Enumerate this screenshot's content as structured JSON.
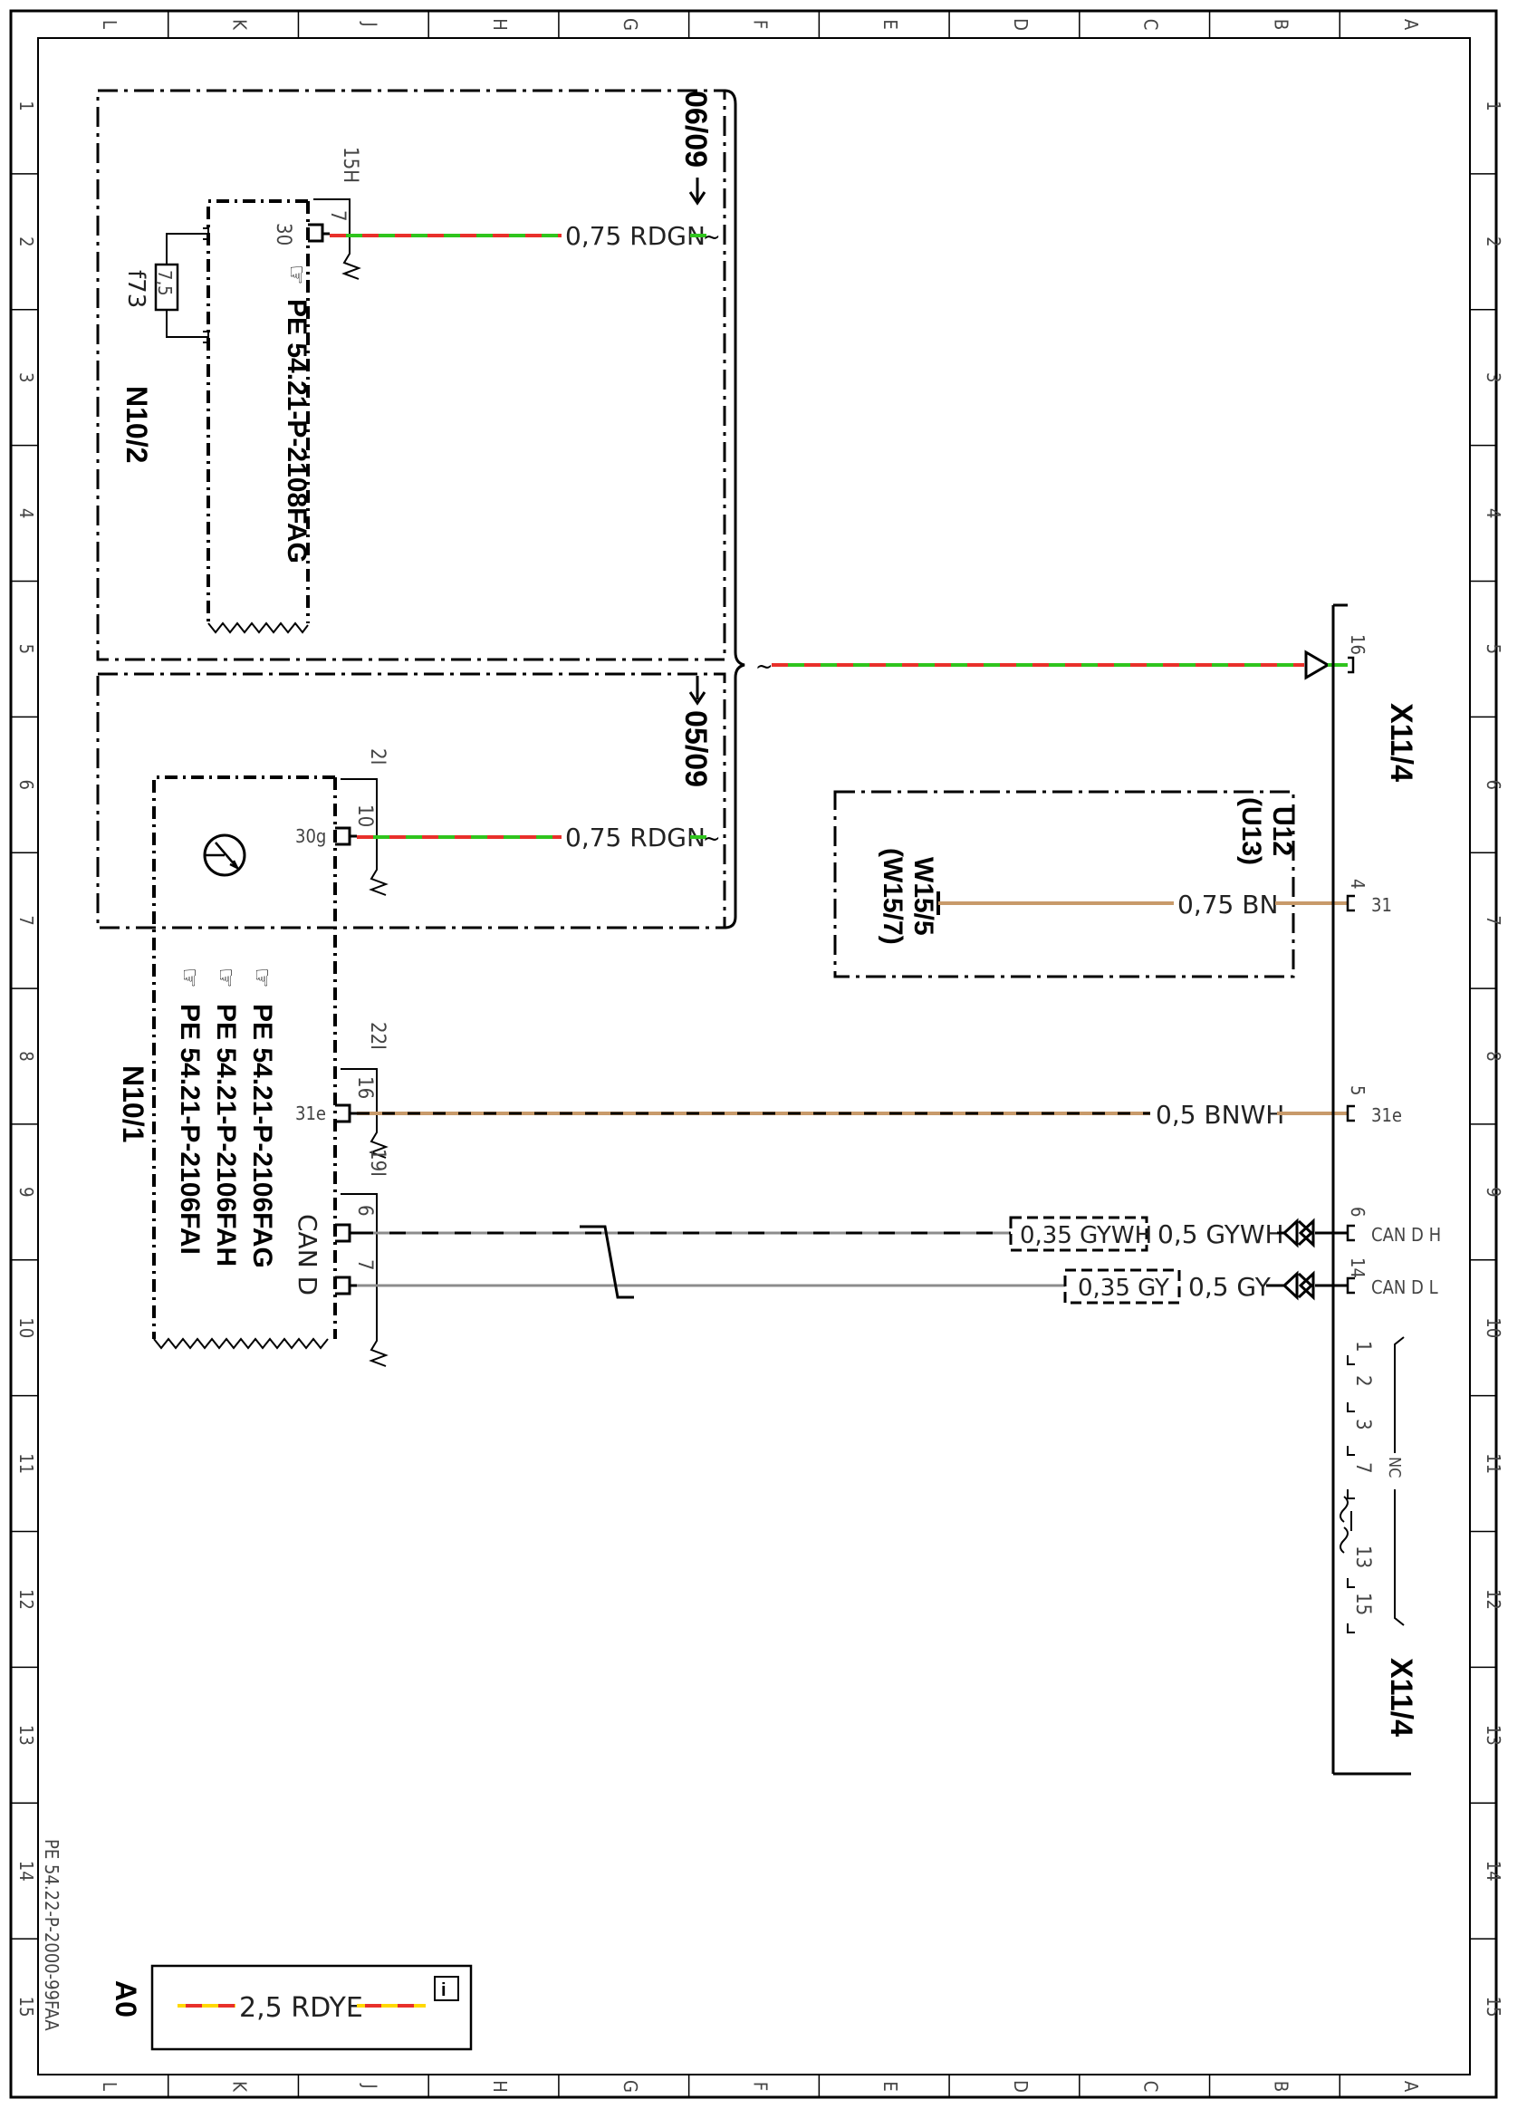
{
  "border": {
    "columns_top": [
      "L",
      "K",
      "J",
      "H",
      "G",
      "F",
      "E",
      "D",
      "C",
      "B",
      "A"
    ],
    "columns_bottom": [
      "L",
      "K",
      "J",
      "H",
      "G",
      "F",
      "E",
      "D",
      "C",
      "B",
      "A"
    ],
    "rows_left": [
      "1",
      "2",
      "3",
      "4",
      "5",
      "6",
      "7",
      "8",
      "9",
      "10",
      "11",
      "12",
      "13",
      "14",
      "15"
    ],
    "rows_right": [
      "1",
      "2",
      "3",
      "4",
      "5",
      "6",
      "7",
      "8",
      "9",
      "10",
      "11",
      "12",
      "13",
      "14",
      "15"
    ]
  },
  "sheet_id": "PE 54.22-P-2000-99FAA",
  "legend": {
    "sheet_letter": "A0",
    "wire": "2,5 RDYE"
  },
  "refs": {
    "top": "06/09",
    "bottom": "05/09"
  },
  "n10_2": {
    "name": "N10/2",
    "doc": "PE  54.21-P-2108FAG",
    "connector": "15H",
    "pin": "7",
    "pin_inside": "30",
    "fuse_value": "7,5",
    "fuse_name": "f73",
    "wire": "0,75 RDGN"
  },
  "n10_1": {
    "name": "N10/1",
    "docs": [
      "PE  54.21-P-2106FAG",
      "PE  54.21-P-2106FAH",
      "PE  54.21-P-2106FAI"
    ],
    "can_label": "CAN D",
    "connectors": [
      {
        "conn": "2I",
        "pin": "10",
        "inside": "30g",
        "wire": "0,75 RDGN"
      },
      {
        "conn": "22I",
        "pin": "16",
        "inside": "31e",
        "wire": "0,5 BNWH"
      },
      {
        "conn": "19I",
        "pin": "6",
        "inside": "",
        "wire": "0,5 GYWH"
      },
      {
        "conn": "",
        "pin": "7",
        "inside": "",
        "wire": "0,5 GY"
      }
    ]
  },
  "u12": {
    "name": "U12",
    "alt": "(U13)",
    "w_name": "W15/5",
    "w_alt": "(W15/7)",
    "wire": "0,75 BN"
  },
  "x11_4": {
    "name": "X11/4",
    "pins": [
      {
        "pin": "16",
        "signal": ""
      },
      {
        "pin": "4",
        "signal": "31"
      },
      {
        "pin": "5",
        "signal": "31e"
      },
      {
        "pin": "6",
        "signal": "CAN D H"
      },
      {
        "pin": "14",
        "signal": "CAN D L"
      }
    ],
    "nc_pins": [
      "1",
      "2",
      "3",
      "7",
      "13",
      "15"
    ],
    "nc_label": "NC"
  },
  "wires": {
    "can_h_inner": "0,35 GYWH",
    "can_l_inner": "0,35 GY"
  },
  "colors": {
    "red": "#e8302a",
    "green": "#2fc41d",
    "brown": "#c89a6a",
    "yellow": "#ffd800",
    "grey": "#8c8c8c"
  }
}
